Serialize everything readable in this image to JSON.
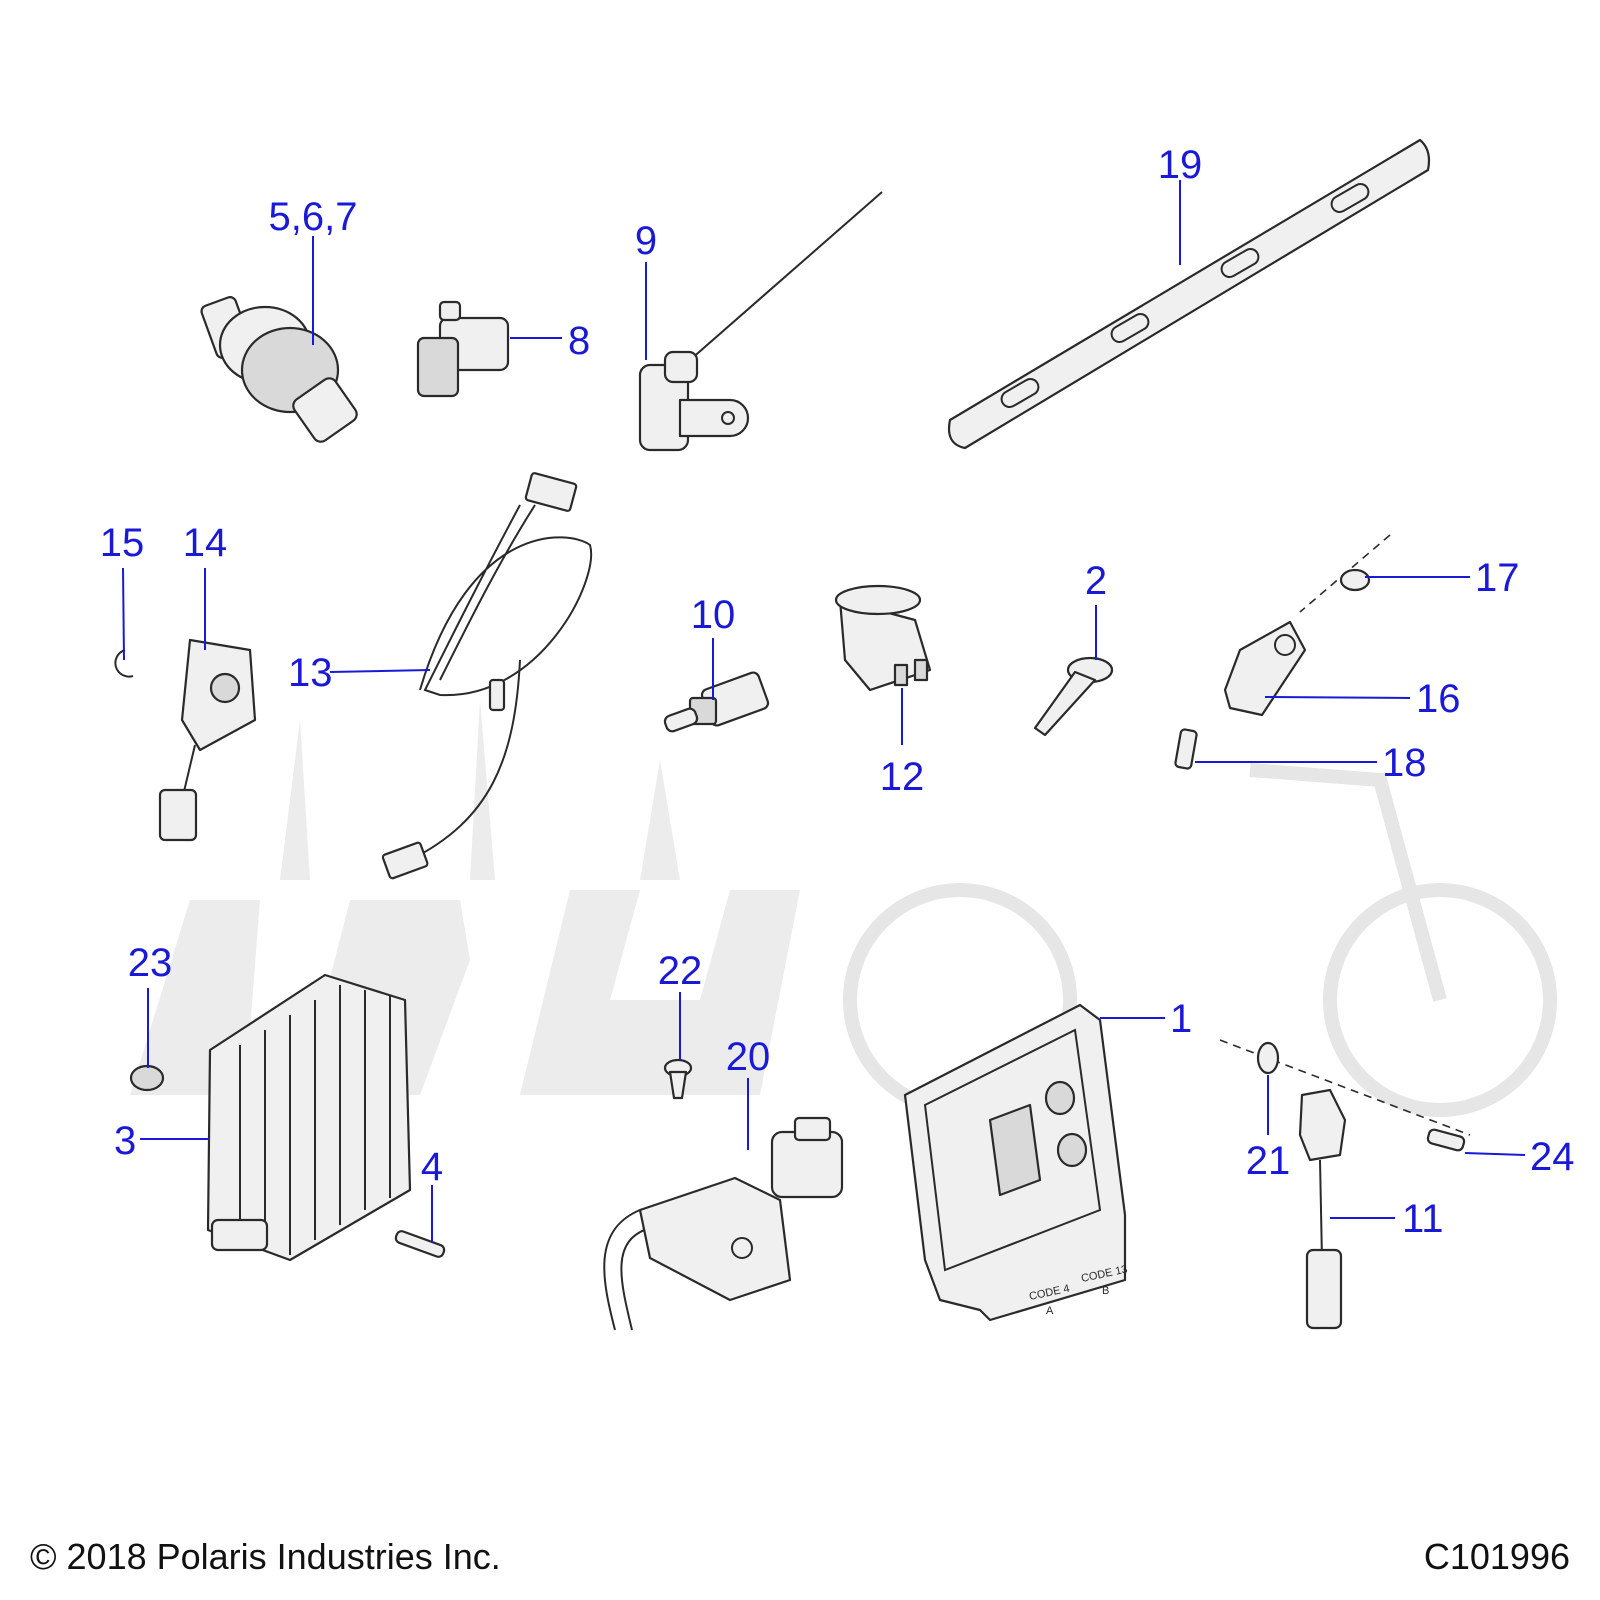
{
  "footer": {
    "copyright": "© 2018 Polaris Industries Inc.",
    "figure_code": "C101996"
  },
  "callouts": {
    "c1": "1",
    "c2": "2",
    "c3": "3",
    "c4": "4",
    "c567": "5,6,7",
    "c8": "8",
    "c9": "9",
    "c10": "10",
    "c11": "11",
    "c12": "12",
    "c13": "13",
    "c14": "14",
    "c15": "15",
    "c16": "16",
    "c17": "17",
    "c18": "18",
    "c19": "19",
    "c20": "20",
    "c21": "21",
    "c22": "22",
    "c23": "23",
    "c24": "24"
  },
  "ecu_labels": {
    "code_a": "CODE 4",
    "code_b": "CODE 13",
    "a": "A",
    "b": "B"
  },
  "colors": {
    "callout": "#1a1ad6",
    "line_art": "#2a2a2a",
    "watermark": "#ececec"
  }
}
